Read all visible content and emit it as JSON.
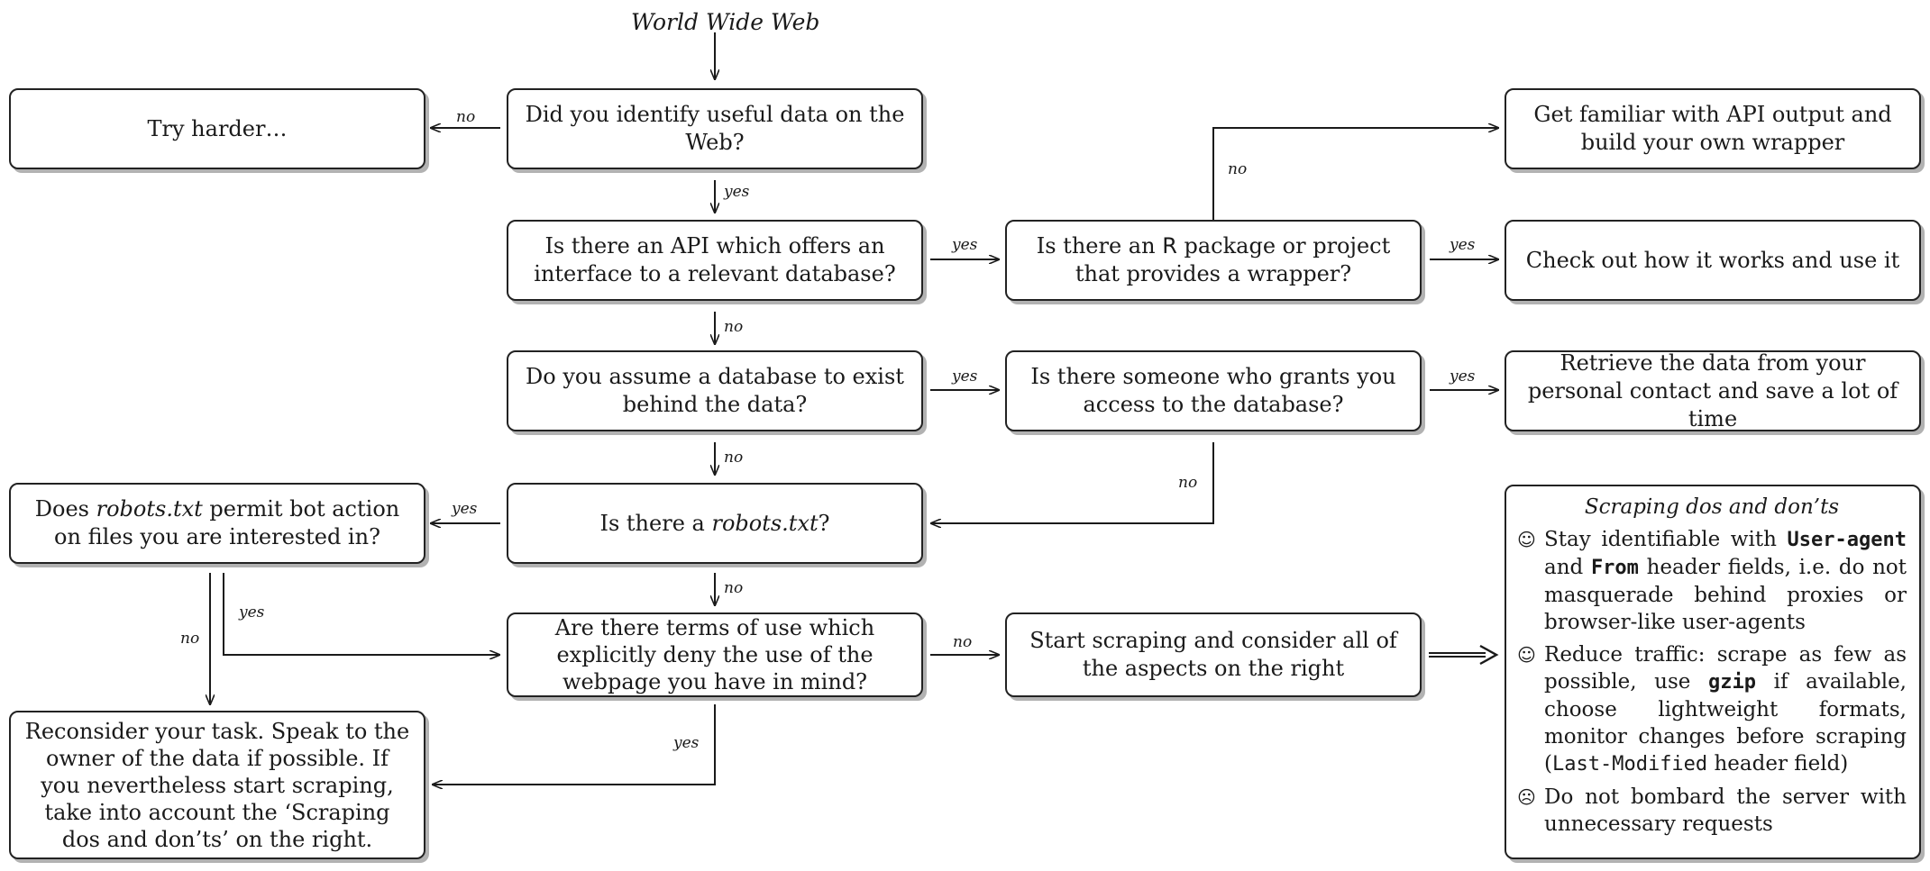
{
  "title": "World Wide Web",
  "nodes": {
    "identify": "Did you identify useful data on the Web?",
    "try_harder": "Try harder…",
    "api": "Is there an API which offers an interface to a relevant database?",
    "r_package": {
      "pre": "Is there an ",
      "r": "R",
      "post": " package or project that provides a wrapper?"
    },
    "familiar": "Get familiar with API output and build your own wrapper",
    "check_out": "Check out how it works and use it",
    "assume_db": "Do you assume a database to exist behind the data?",
    "someone": "Is there someone who grants you access to the database?",
    "retrieve": "Retrieve the data from your personal contact and save a lot of time",
    "robots": {
      "pre": "Is there a ",
      "em": "robots.txt",
      "post": "?"
    },
    "robots_permit": {
      "pre": "Does ",
      "em": "robots.txt",
      "post": " permit bot action on files you are interested in?"
    },
    "terms": "Are there terms of use which explicitly deny the use of the webpage you have in mind?",
    "start": "Start scraping and consider all of the aspects on the right",
    "reconsider": "Reconsider your task. Speak to the owner of the data if possible. If you nevertheless start scraping, take into account the ‘Scraping dos and don’ts’ on the right."
  },
  "edge_labels": {
    "identify_no": "no",
    "identify_yes": "yes",
    "api_yes": "yes",
    "api_no": "no",
    "rpkg_no": "no",
    "rpkg_yes": "yes",
    "assume_yes": "yes",
    "assume_no": "no",
    "someone_yes": "yes",
    "someone_no": "no",
    "robots_yes": "yes",
    "robots_no": "no",
    "permit_no": "no",
    "permit_yes": "yes",
    "terms_no": "no",
    "terms_yes": "yes"
  },
  "dos_donts": {
    "title": "Scraping dos and don’ts",
    "items": [
      {
        "icon": "smiley-icon",
        "face": "☺",
        "parts": [
          "Stay identifiable with ",
          "User-agent",
          " and ",
          "From",
          " header fields, i.e. do not masquerade behind proxies or browser-like user-agents"
        ]
      },
      {
        "icon": "smiley-icon",
        "face": "☺",
        "parts": [
          "Reduce traffic: scrape as few as possible, use ",
          "gzip",
          " if available, choose lightweight formats, monitor changes before scraping (",
          "Last-Modified",
          " header field)"
        ]
      },
      {
        "icon": "frowny-icon",
        "face": "☹",
        "parts": [
          "Do not bombard the server with unnecessary requests"
        ]
      }
    ]
  }
}
